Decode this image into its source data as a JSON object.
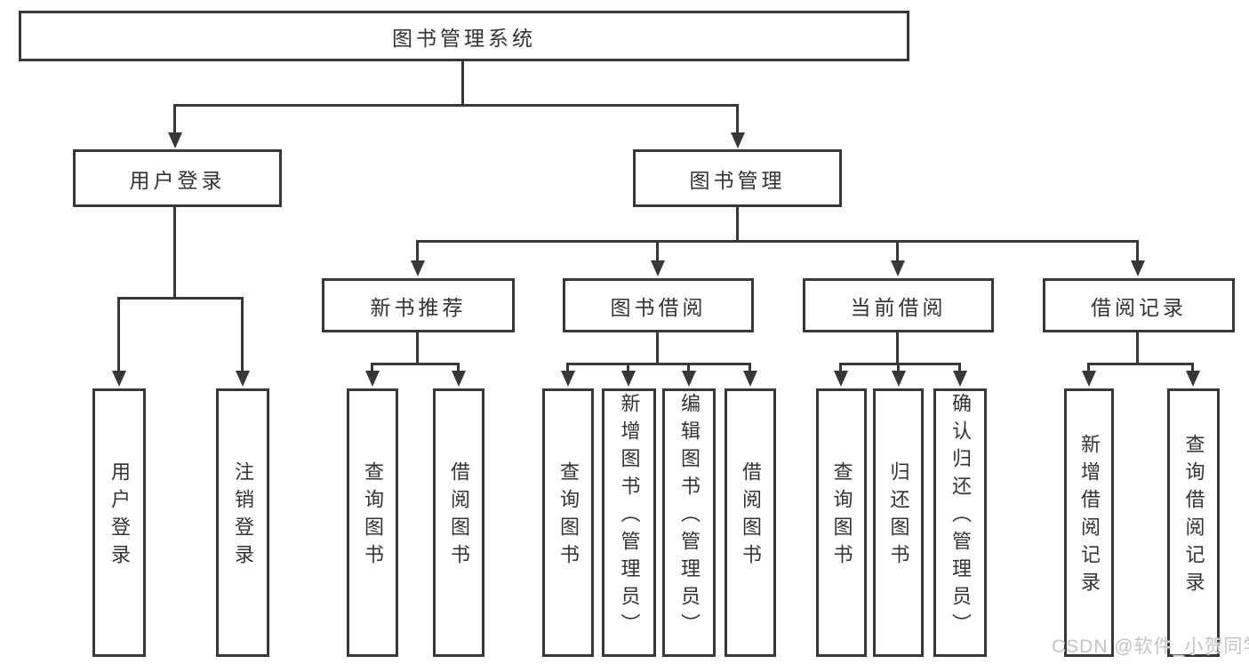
{
  "diagram": {
    "root": {
      "label": "图书管理系统"
    },
    "level1": {
      "user_login": {
        "label": "用户登录"
      },
      "book_mgmt": {
        "label": "图书管理"
      }
    },
    "level2": {
      "new_books": {
        "label": "新书推荐"
      },
      "book_borrow": {
        "label": "图书借阅"
      },
      "current_borrow": {
        "label": "当前借阅"
      },
      "borrow_records": {
        "label": "借阅记录"
      }
    },
    "leaves": {
      "user_login": {
        "login": "用户登录",
        "logout": "注销登录"
      },
      "new_books": {
        "query": "查询图书",
        "borrow": "借阅图书"
      },
      "book_borrow": {
        "query": "查询图书",
        "add": "新增图书（管理员）",
        "edit": "编辑图书（管理员）",
        "borrow": "借阅图书"
      },
      "current_borrow": {
        "query": "查询图书",
        "return": "归还图书",
        "confirm": "确认归还（管理员）"
      },
      "borrow_records": {
        "add": "新增借阅记录",
        "query": "查询借阅记录"
      }
    }
  },
  "watermark": {
    "text": "CSDN @软件_小贺同学"
  },
  "colors": {
    "line": "#383838",
    "text": "#333333",
    "background": "#ffffff",
    "watermark": "#c4c4c4"
  }
}
